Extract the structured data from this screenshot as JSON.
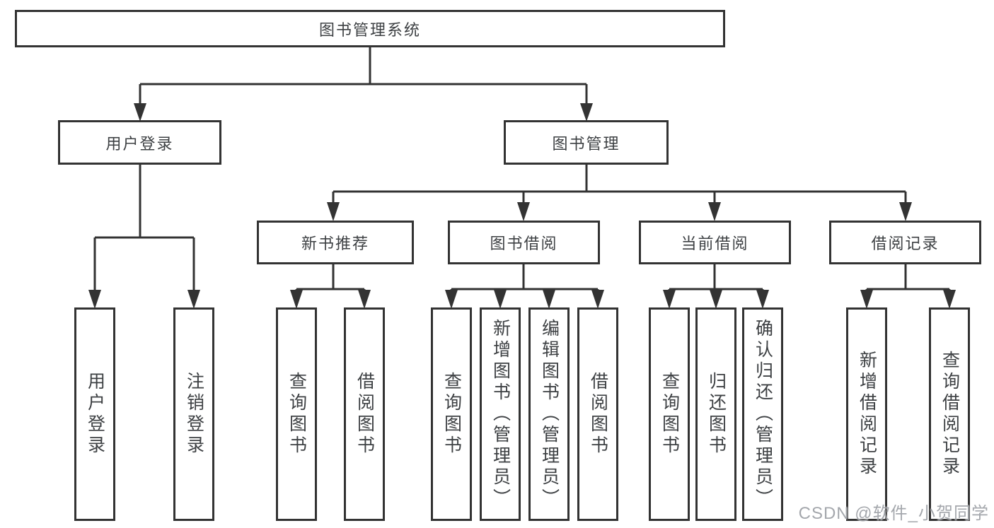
{
  "diagram": {
    "root": "图书管理系统",
    "level2": {
      "login": "用户登录",
      "management": "图书管理"
    },
    "level3": [
      "新书推荐",
      "图书借阅",
      "当前借阅",
      "借阅记录"
    ],
    "leaves": {
      "login": [
        "用户登录",
        "注销登录"
      ],
      "new_books": [
        "查询图书",
        "借阅图书"
      ],
      "book_borrow": [
        "查询图书",
        "新增图书（管理员）",
        "编辑图书（管理员）",
        "借阅图书"
      ],
      "current_borrow": [
        "查询图书",
        "归还图书",
        "确认归还（管理员）"
      ],
      "borrow_records": [
        "新增借阅记录",
        "查询借阅记录"
      ]
    }
  },
  "watermark": {
    "text": "CSDN @软件_小贺同学",
    "color": "#94989e"
  },
  "colors": {
    "line": "#333333",
    "text": "#3d4043",
    "box_background": "#ffffff",
    "page_background": "#ffffff"
  }
}
